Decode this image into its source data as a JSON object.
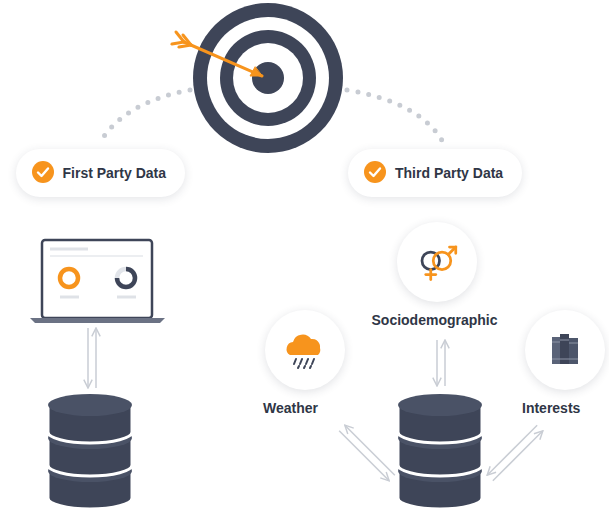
{
  "diagram": {
    "nodes": [
      {
        "text": [
          "First Party Data"
        ]
      },
      {
        "text": [
          "Third Party Data"
        ]
      },
      {
        "text": [
          "Sociodemographic"
        ]
      },
      {
        "text": [
          "Weather"
        ]
      },
      {
        "text": [
          "Interests"
        ]
      }
    ]
  }
}
